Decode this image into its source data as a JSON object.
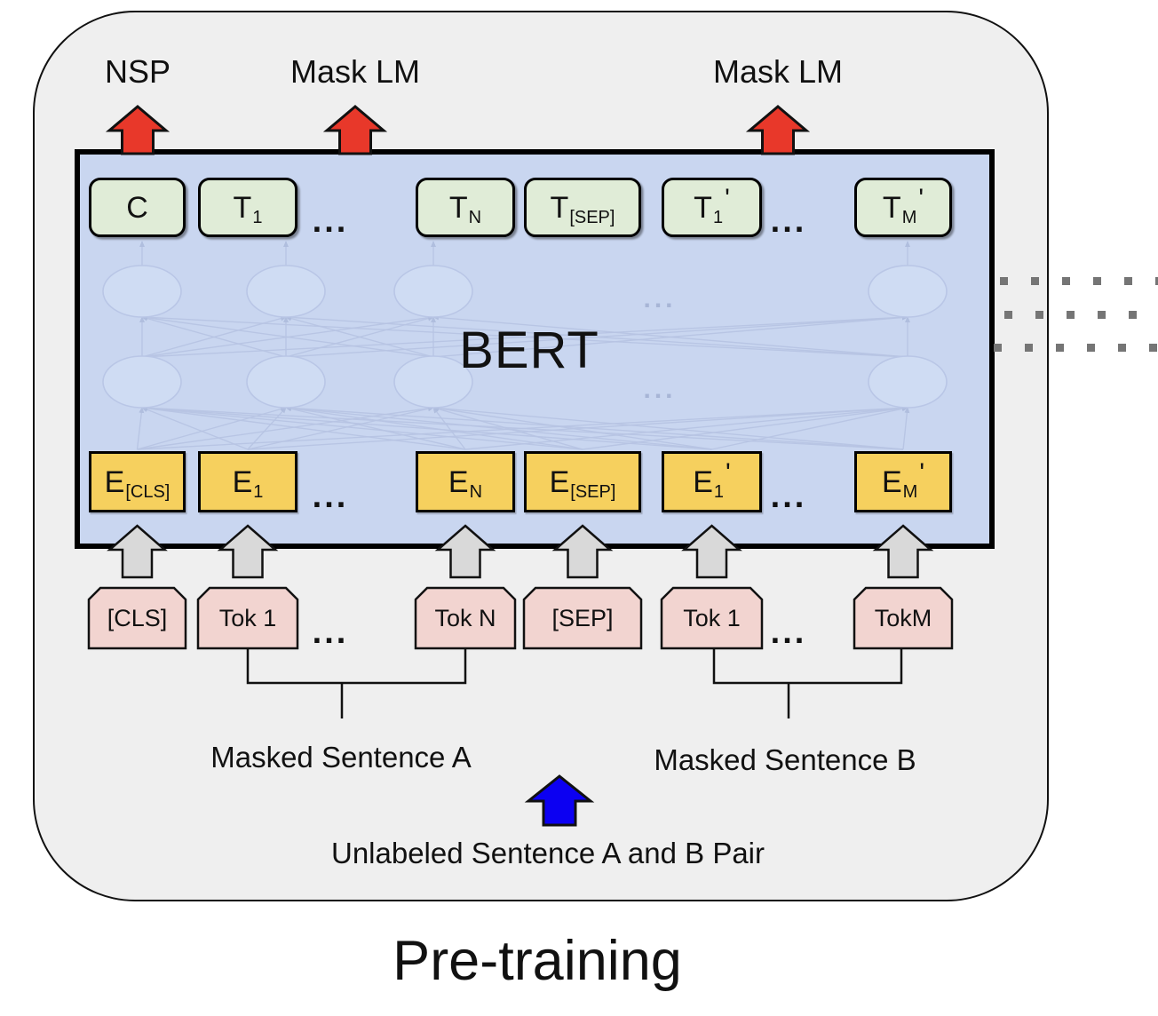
{
  "diagram_title": "Pre-training",
  "bert_label": "BERT",
  "bert_inner_dots": "...",
  "top_labels": [
    {
      "text": "NSP"
    },
    {
      "text": "Mask LM"
    },
    {
      "text": "Mask LM"
    }
  ],
  "output_row": [
    {
      "main": "C",
      "sub": "",
      "prime": ""
    },
    {
      "main": "T",
      "sub": "1",
      "prime": ""
    },
    {
      "dots": "..."
    },
    {
      "main": "T",
      "sub": "N",
      "prime": ""
    },
    {
      "main": "T",
      "sub": "[SEP]",
      "prime": ""
    },
    {
      "main": "T",
      "sub": "1",
      "prime": "'"
    },
    {
      "dots": "..."
    },
    {
      "main": "T",
      "sub": "M",
      "prime": "'"
    }
  ],
  "embedding_row": [
    {
      "main": "E",
      "sub": "[CLS]",
      "prime": ""
    },
    {
      "main": "E",
      "sub": "1",
      "prime": ""
    },
    {
      "dots": "..."
    },
    {
      "main": "E",
      "sub": "N",
      "prime": ""
    },
    {
      "main": "E",
      "sub": "[SEP]",
      "prime": ""
    },
    {
      "main": "E",
      "sub": "1",
      "prime": "'"
    },
    {
      "dots": "..."
    },
    {
      "main": "E",
      "sub": "M",
      "prime": "'"
    }
  ],
  "token_row": [
    {
      "text": "[CLS]"
    },
    {
      "text": "Tok 1"
    },
    {
      "dots": "..."
    },
    {
      "text": "Tok N"
    },
    {
      "text": "[SEP]"
    },
    {
      "text": "Tok 1"
    },
    {
      "dots": "..."
    },
    {
      "text": "TokM"
    }
  ],
  "bottom_labels": {
    "sentence_a": "Masked Sentence A",
    "sentence_b": "Masked Sentence B",
    "pair": "Unlabeled Sentence A and B Pair"
  },
  "colors": {
    "container_bg": "#efefef",
    "bert_bg": "#c9d6f0",
    "output_box": "#e0ecd7",
    "embedding_box": "#f6d05e",
    "token_box": "#f2d4d0",
    "nsp_mlm_arrow": "#e8382a",
    "input_arrow": "#d9d9d9",
    "pair_arrow": "#0c00f2",
    "network_line": "#b7c4e3",
    "network_ellipse_fill": "#cfdcf3",
    "network_ellipse_stroke": "#b9c6e6",
    "continuation_dots": "#757575"
  }
}
